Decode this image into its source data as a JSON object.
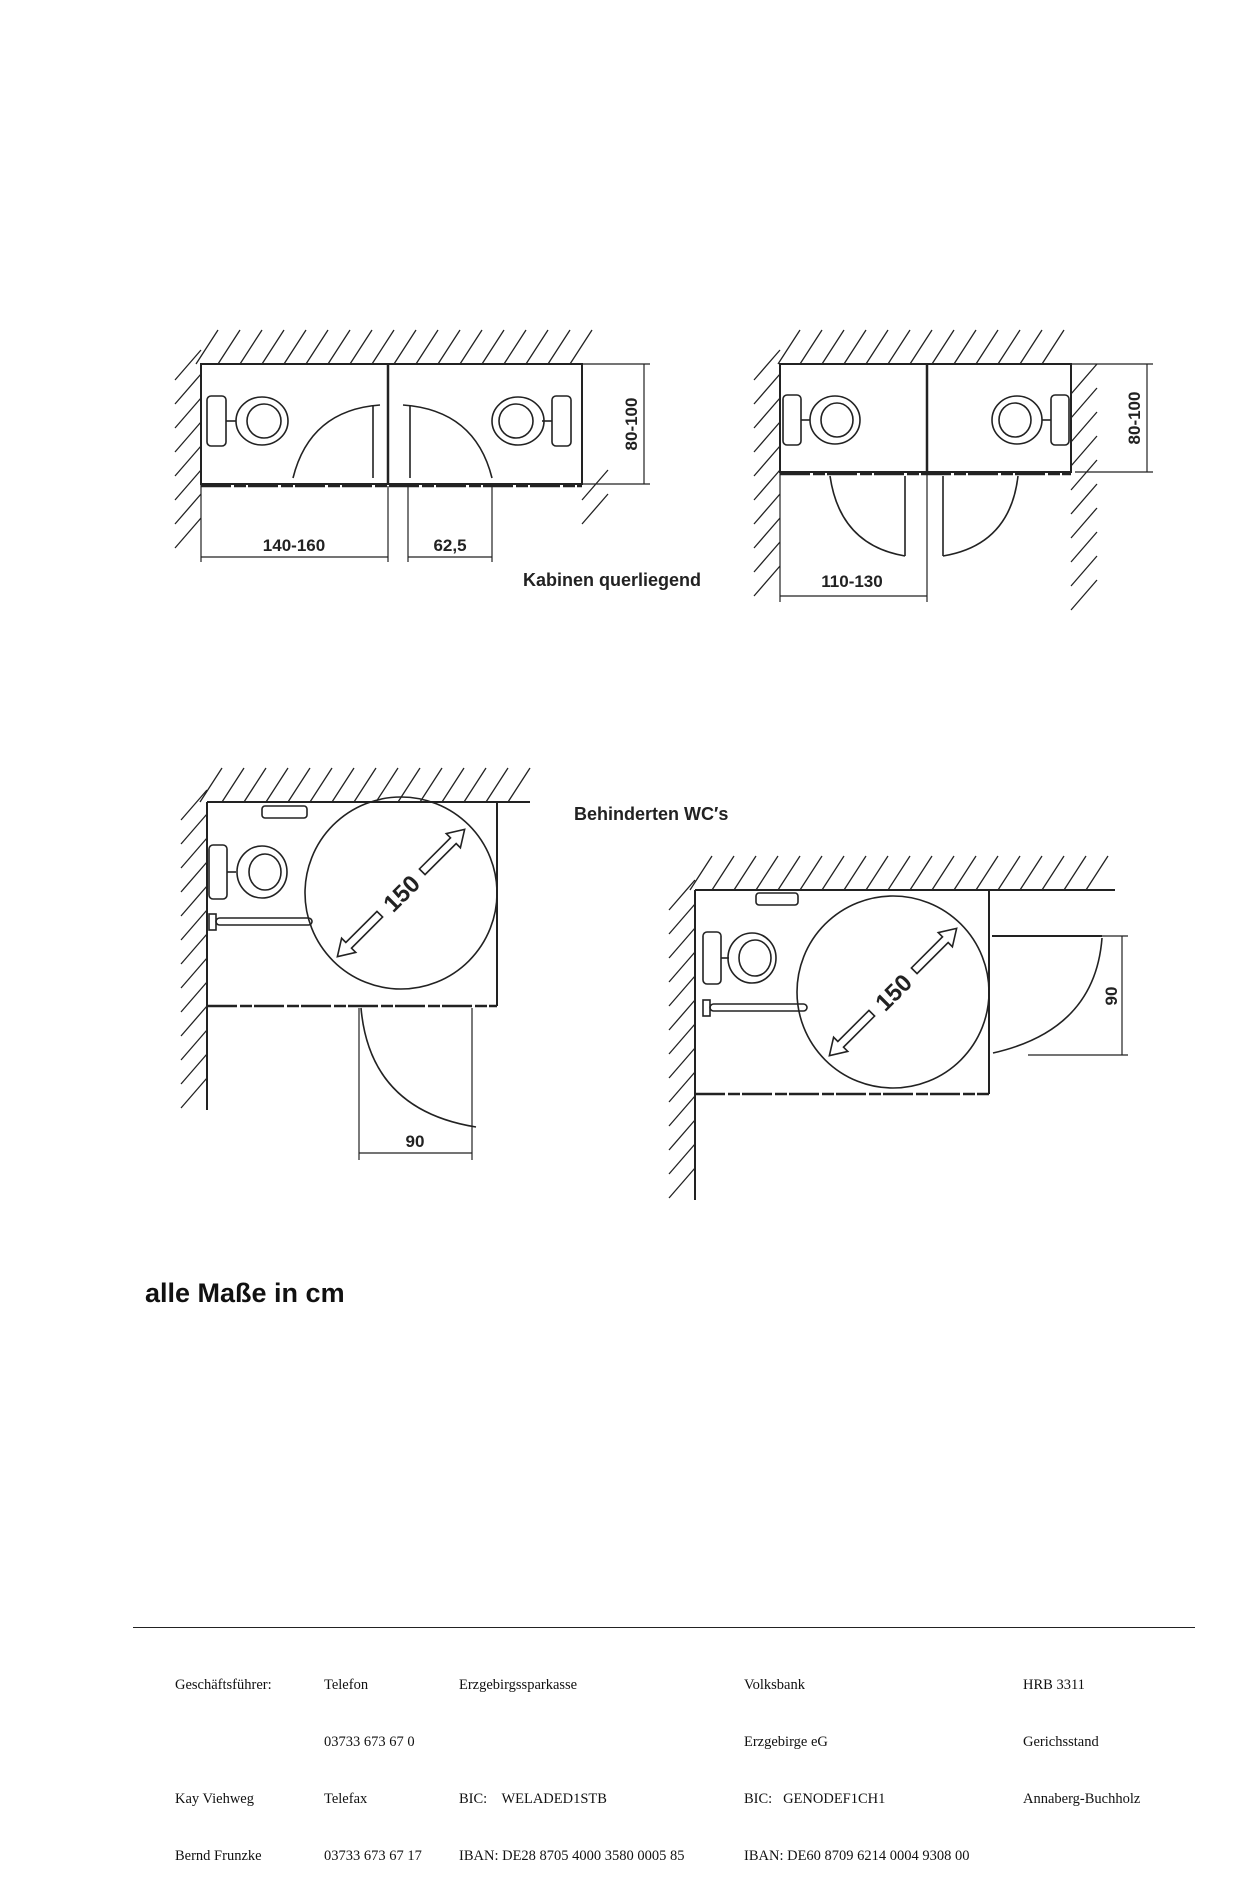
{
  "diagram_top": {
    "dim_width_cabin": "140-160",
    "dim_door": "62,5",
    "dim_depth_left": "80-100",
    "caption": "Kabinen querliegend",
    "dim_width_cabin_right": "110-130",
    "dim_depth_right": "80-100"
  },
  "diagram_bottom": {
    "caption": "Behinderten WC′s",
    "left_circle": "150",
    "left_door": "90",
    "right_circle": "150",
    "right_door": "90"
  },
  "note": "alle Maße in cm",
  "footer": {
    "col1": [
      "Geschäftsführer:",
      "",
      "Kay Viehweg",
      "Bernd Frunzke"
    ],
    "col2": [
      "Telefon",
      "03733 673 67 0",
      "Telefax",
      "03733 673 67 17"
    ],
    "col3": [
      "Erzgebirgssparkasse",
      "",
      "BIC:    WELADED1STB",
      "IBAN: DE28 8705 4000 3580 0005 85"
    ],
    "col4": [
      "Volksbank",
      "Erzgebirge eG",
      "BIC:   GENODEF1CH1",
      "IBAN: DE60 8709 6214 0004 9308 00"
    ],
    "col5": [
      "HRB 3311",
      "Gerichsstand",
      "Annaberg-Buchholz",
      ""
    ]
  }
}
